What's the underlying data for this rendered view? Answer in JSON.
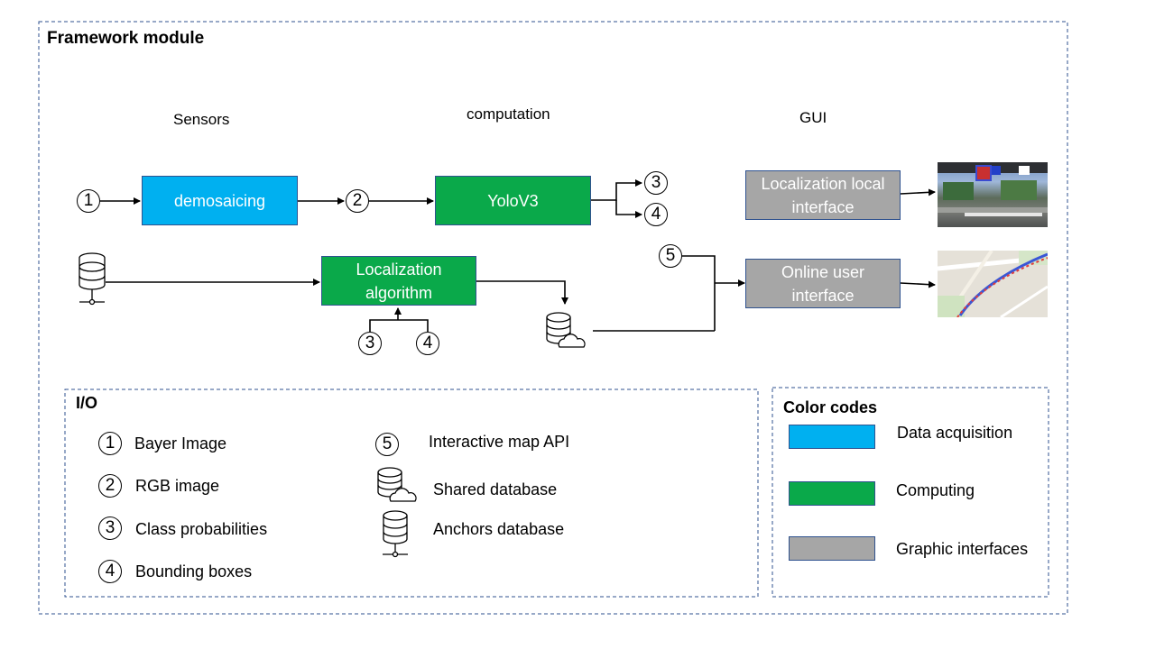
{
  "frame_title": "Framework module",
  "columns": {
    "sensors": "Sensors",
    "computation": "computation",
    "gui": "GUI"
  },
  "blocks": {
    "demosaicing": "demosaicing",
    "yolo": "YoloV3",
    "localization_algorithm": [
      "Localization",
      "algorithm"
    ],
    "local_interface": [
      "Localization local",
      "interface"
    ],
    "online_interface": [
      "Online user",
      "interface"
    ]
  },
  "markers": [
    "1",
    "2",
    "3",
    "4",
    "5"
  ],
  "io": {
    "title": "I/O",
    "items": {
      "bayer": "Bayer Image",
      "rgb": "RGB image",
      "class_prob": "Class probabilities",
      "bbox": "Bounding boxes",
      "map_api": "Interactive map API",
      "shared_db": "Shared database",
      "anchors_db": "Anchors database"
    }
  },
  "color_codes": {
    "title": "Color codes",
    "items": [
      {
        "label": "Data acquisition",
        "color": "#00b0f0"
      },
      {
        "label": "Computing",
        "color": "#0aa94a"
      },
      {
        "label": "Graphic interfaces",
        "color": "#a6a6a6"
      }
    ]
  },
  "colors": {
    "data_acquisition": "#00b0f0",
    "computing": "#0aa94a",
    "graphic_interfaces": "#a6a6a6",
    "frame_border": "#2f528f"
  }
}
